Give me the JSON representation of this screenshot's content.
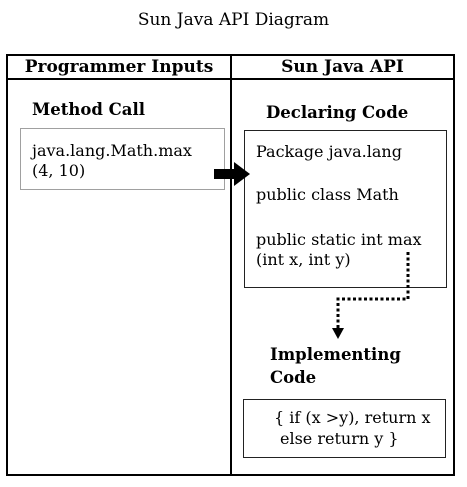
{
  "title": "Sun Java API Diagram",
  "columns": {
    "left": "Programmer Inputs",
    "right": "Sun Java API"
  },
  "method_call": {
    "heading": "Method Call",
    "line1": "java.lang.Math.max",
    "line2": "(4, 10)"
  },
  "declaring_code": {
    "heading": "Declaring Code",
    "package": "Package java.lang",
    "class": "public class Math",
    "method_line1": "public static int max",
    "method_line2": "(int x, int y)"
  },
  "implementing_code": {
    "heading_line1": "Implementing",
    "heading_line2": "Code",
    "line1": "{ if (x >y), return x",
    "line2": "else return y }"
  }
}
